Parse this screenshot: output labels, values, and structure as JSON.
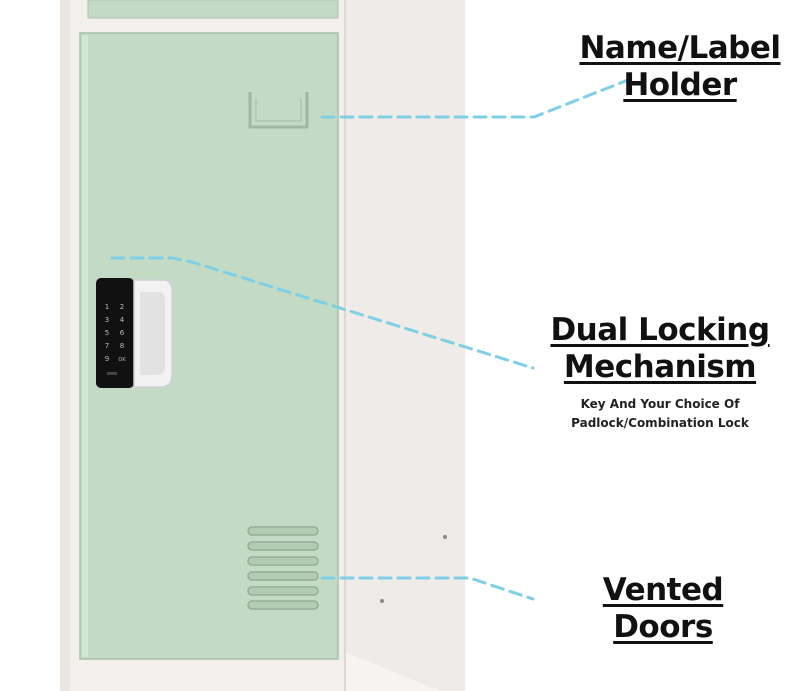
{
  "callouts": {
    "name_label_holder": {
      "line1": "Name/Label",
      "line2": "Holder"
    },
    "dual_locking": {
      "line1": "Dual Locking",
      "line2": "Mechanism",
      "sub1": "Key And Your Choice Of",
      "sub2": "Padlock/Combination Lock"
    },
    "vented_doors": {
      "line1": "Vented Doors"
    }
  },
  "keypad": {
    "keys": [
      "1",
      "2",
      "3",
      "4",
      "5",
      "6",
      "7",
      "8",
      "9",
      "OK"
    ]
  },
  "colors": {
    "door_green": "#c3dbc5",
    "cabinet_white": "#f3efec",
    "leader_line": "#7fcfe6",
    "keypad_black": "#111111"
  }
}
